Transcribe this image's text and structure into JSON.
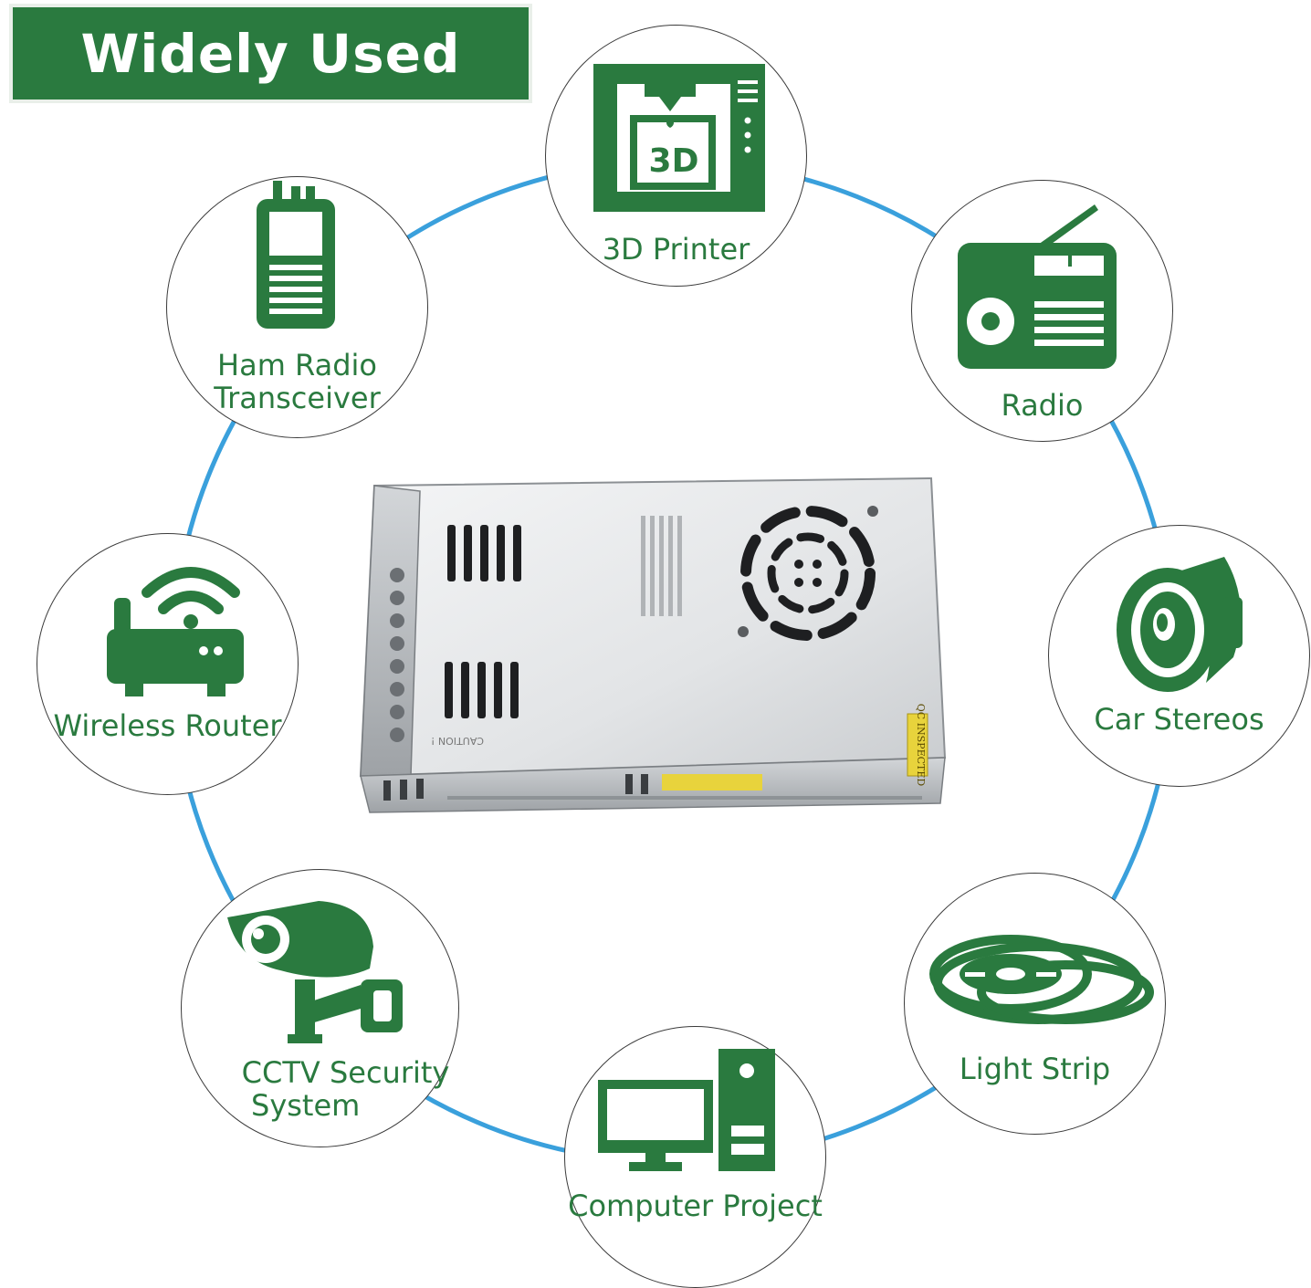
{
  "banner": {
    "title": "Widely Used"
  },
  "colors": {
    "brand_green": "#2a7a3f",
    "ring_blue": "#3aa0dc",
    "circle_border": "#3b3b3b"
  },
  "center_product": {
    "icon": "power-supply-unit",
    "printed_labels": [
      "QC INSPECTED",
      "CAUTION !"
    ]
  },
  "applications": [
    {
      "label_lines": [
        "3D Printer"
      ],
      "icon": "3d-printer-icon"
    },
    {
      "label_lines": [
        "Radio"
      ],
      "icon": "radio-icon"
    },
    {
      "label_lines": [
        "Car Stereos"
      ],
      "icon": "speaker-icon"
    },
    {
      "label_lines": [
        "Light Strip"
      ],
      "icon": "light-strip-icon"
    },
    {
      "label_lines": [
        "Computer Project"
      ],
      "icon": "computer-icon"
    },
    {
      "label_lines": [
        "CCTV Security",
        "System"
      ],
      "icon": "cctv-camera-icon"
    },
    {
      "label_lines": [
        "Wireless Router"
      ],
      "icon": "wireless-router-icon"
    },
    {
      "label_lines": [
        "Ham Radio",
        "Transceiver"
      ],
      "icon": "walkie-talkie-icon"
    }
  ]
}
